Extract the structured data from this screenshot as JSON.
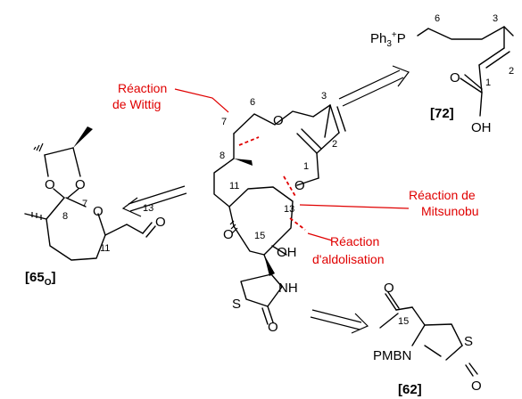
{
  "reactions": {
    "wittig_line1": "Réaction",
    "wittig_line2": "de Wittig",
    "mitsunobu_line1": "Réaction de",
    "mitsunobu_line2": "Mitsunobu",
    "aldol_line1": "Réaction",
    "aldol_line2": "d'aldolisation"
  },
  "compounds": {
    "c72": "[72]",
    "c62": "[62]",
    "c65_base": "[65",
    "c65_sub": "O",
    "c65_close": "]"
  },
  "atoms": {
    "ph3": "Ph",
    "ph3_sub": "3",
    "plus": "+",
    "phosphorus": "P",
    "oxygen": "O",
    "oh": "OH",
    "nh": "NH",
    "sulfur": "S",
    "pmbn": "PMBN"
  },
  "locants": {
    "n1": "1",
    "n2": "2",
    "n3": "3",
    "n6": "6",
    "n7": "7",
    "n8": "8",
    "n11": "11",
    "n13": "13",
    "n15": "15"
  },
  "colors": {
    "reaction_label": "#e00000",
    "bond": "#000000"
  }
}
